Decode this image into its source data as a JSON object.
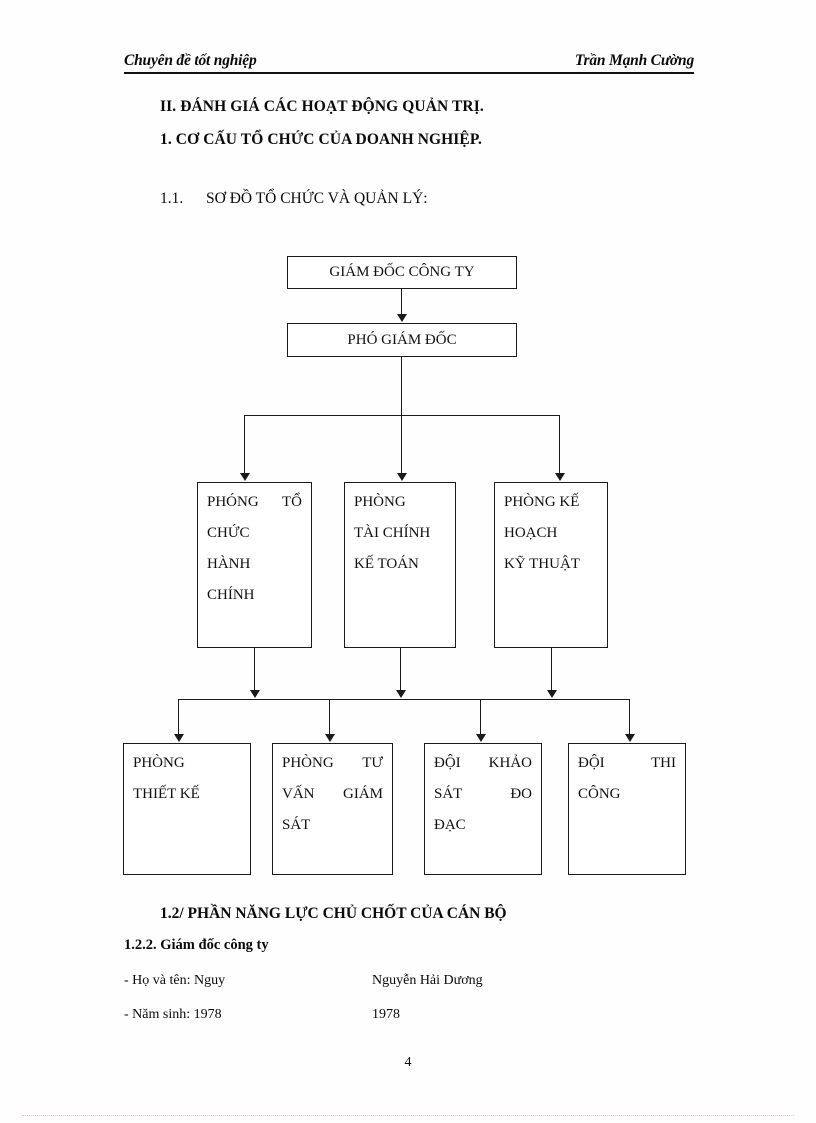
{
  "header": {
    "left": "Chuyên đề tốt nghiệp",
    "right": "Trần Mạnh Cường"
  },
  "headings": {
    "section_2": "II. ĐÁNH GIÁ CÁC HOẠT ĐỘNG QUẢN TRỊ.",
    "section_2_1": "1. CƠ CẤU TỔ CHỨC CỦA DOANH NGHIỆP.",
    "sub_1_1_number": "1.1.",
    "sub_1_1_text": "SƠ ĐỒ TỔ CHỨC VÀ QUẢN LÝ:"
  },
  "org_chart": {
    "tier1": [
      {
        "id": "giam-doc",
        "text": "GIÁM ĐỐC CÔNG TY"
      },
      {
        "id": "pho-giam-doc",
        "text": "PHÓ GIÁM ĐỐC"
      }
    ],
    "tier2": [
      {
        "id": "to-chuc",
        "lines": [
          "PHÓNG TỔ",
          "CHỨC",
          "HÀNH",
          "CHÍNH"
        ]
      },
      {
        "id": "tai-chinh",
        "lines": [
          "PHÒNG",
          "TÀI CHÍNH",
          "KẾ TOÁN"
        ]
      },
      {
        "id": "ke-hoach",
        "lines": [
          "PHÒNG KẾ",
          "HOẠCH",
          "KỸ THUẬT"
        ]
      }
    ],
    "tier3": [
      {
        "id": "thiet-ke",
        "lines": [
          "PHÒNG",
          "THIẾT KẾ"
        ]
      },
      {
        "id": "tu-van",
        "lines": [
          "PHÒNG TƯ",
          "VẤN GIÁM",
          "SÁT"
        ]
      },
      {
        "id": "khao-sat",
        "lines": [
          "ĐỘI KHẢO",
          "SÁT ĐO",
          "ĐẠC"
        ]
      },
      {
        "id": "thi-cong",
        "lines": [
          "ĐỘI THI",
          "CÔNG"
        ]
      }
    ]
  },
  "body": {
    "heading_1_2": "1.2/ PHẦN NĂNG LỰC CHỦ CHỐT CỦA CÁN BỘ",
    "heading_1_2_2": "1.2.2. Giám đốc công ty",
    "rows": [
      {
        "label": "- Họ và tên: Nguy",
        "value": "Nguyễn Hải Dương"
      },
      {
        "label": "- Năm sinh: 1978",
        "value": "1978"
      }
    ]
  },
  "footer": {
    "page_number": "4"
  }
}
